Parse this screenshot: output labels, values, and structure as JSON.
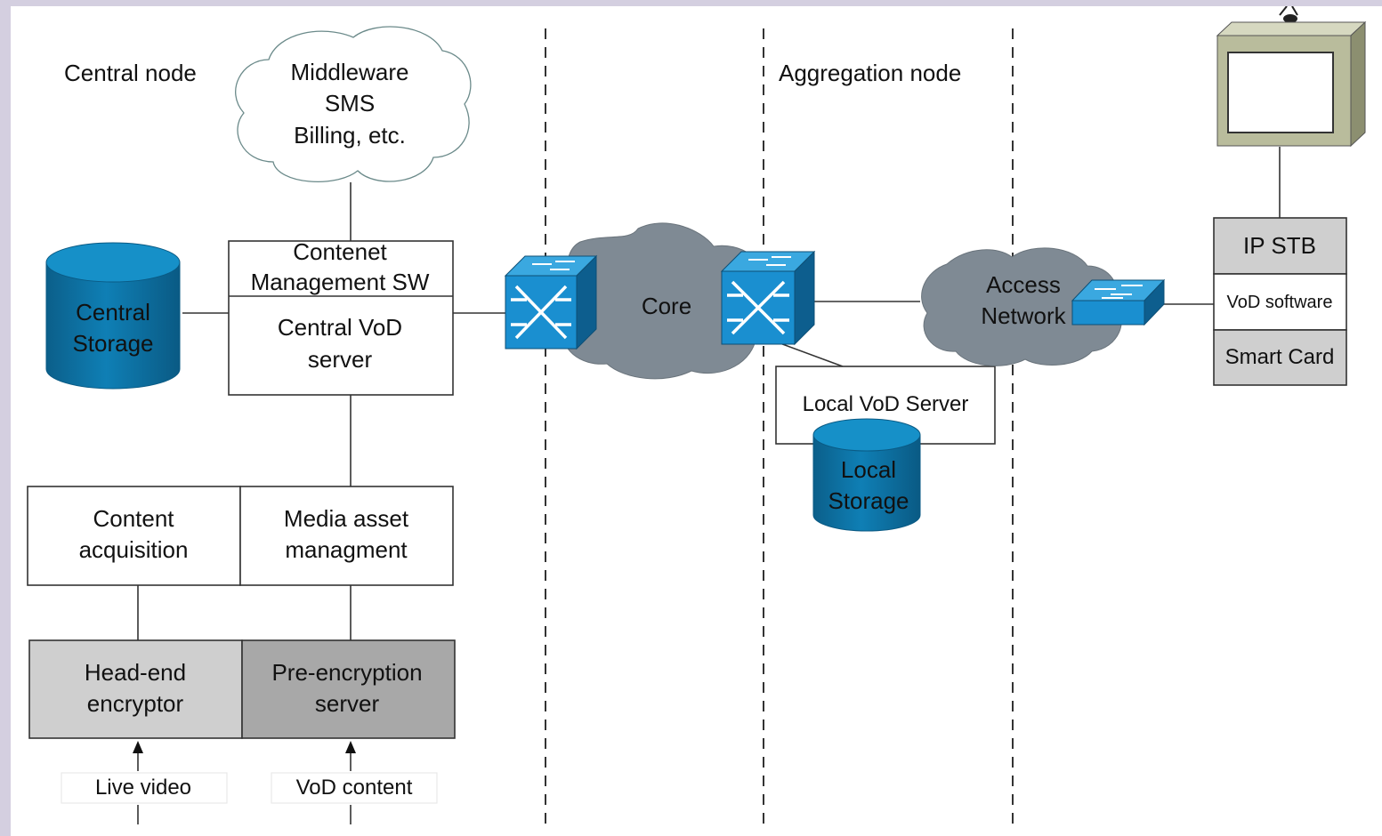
{
  "zones": {
    "central_node": "Central node",
    "aggregation_node": "Aggregation node"
  },
  "cloud_middleware": {
    "line1": "Middleware",
    "line2": "SMS",
    "line3": "Billing, etc."
  },
  "content_mgmt": {
    "line1": "Contenet",
    "line2": "Management SW"
  },
  "central_vod": {
    "line1": "Central VoD",
    "line2": "server"
  },
  "central_storage": {
    "line1": "Central",
    "line2": "Storage"
  },
  "content_acquisition": {
    "line1": "Content",
    "line2": "acquisition"
  },
  "media_asset": {
    "line1": "Media asset",
    "line2": "managment"
  },
  "headend": {
    "line1": "Head-end",
    "line2": "encryptor"
  },
  "preencryption": {
    "line1": "Pre-encryption",
    "line2": "server"
  },
  "inputs": {
    "live": "Live video",
    "vod": "VoD content"
  },
  "core_label": "Core",
  "local_vod_server": "Local VoD Server",
  "local_storage": {
    "line1": "Local",
    "line2": "Storage"
  },
  "access_network": {
    "line1": "Access",
    "line2": "Network"
  },
  "stb": {
    "title": "IP STB",
    "vod_software": "VoD software",
    "smart_card": "Smart Card"
  },
  "colors": {
    "storage_blue": "#0a6e9e",
    "switch_blue": "#1a8fd0",
    "cloud_gray": "#7f8a94",
    "box_gray_light": "#cfcfcf",
    "box_gray_dark": "#a8a8a8",
    "tv_frame": "#b9bc9c"
  }
}
